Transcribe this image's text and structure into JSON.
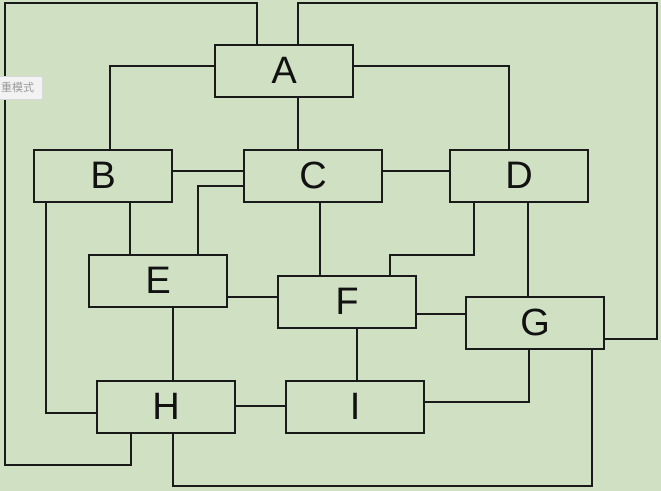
{
  "mode_badge": {
    "label": "重模式"
  },
  "diagram": {
    "nodes": [
      {
        "id": "A",
        "label": "A"
      },
      {
        "id": "B",
        "label": "B"
      },
      {
        "id": "C",
        "label": "C"
      },
      {
        "id": "D",
        "label": "D"
      },
      {
        "id": "E",
        "label": "E"
      },
      {
        "id": "F",
        "label": "F"
      },
      {
        "id": "G",
        "label": "G"
      },
      {
        "id": "H",
        "label": "H"
      },
      {
        "id": "I",
        "label": "I"
      }
    ],
    "edges": [
      {
        "from": "A",
        "to": "B"
      },
      {
        "from": "A",
        "to": "C"
      },
      {
        "from": "A",
        "to": "D"
      },
      {
        "from": "A",
        "to": "H"
      },
      {
        "from": "A",
        "to": "G"
      },
      {
        "from": "B",
        "to": "C"
      },
      {
        "from": "B",
        "to": "E"
      },
      {
        "from": "B",
        "to": "H"
      },
      {
        "from": "C",
        "to": "D"
      },
      {
        "from": "C",
        "to": "E"
      },
      {
        "from": "C",
        "to": "F"
      },
      {
        "from": "D",
        "to": "F"
      },
      {
        "from": "D",
        "to": "G"
      },
      {
        "from": "E",
        "to": "F"
      },
      {
        "from": "E",
        "to": "H"
      },
      {
        "from": "F",
        "to": "G"
      },
      {
        "from": "F",
        "to": "I"
      },
      {
        "from": "G",
        "to": "I"
      },
      {
        "from": "G",
        "to": "H"
      },
      {
        "from": "H",
        "to": "I"
      }
    ]
  },
  "colors": {
    "background": "#cfe0c3",
    "stroke": "#1a1a1a"
  }
}
